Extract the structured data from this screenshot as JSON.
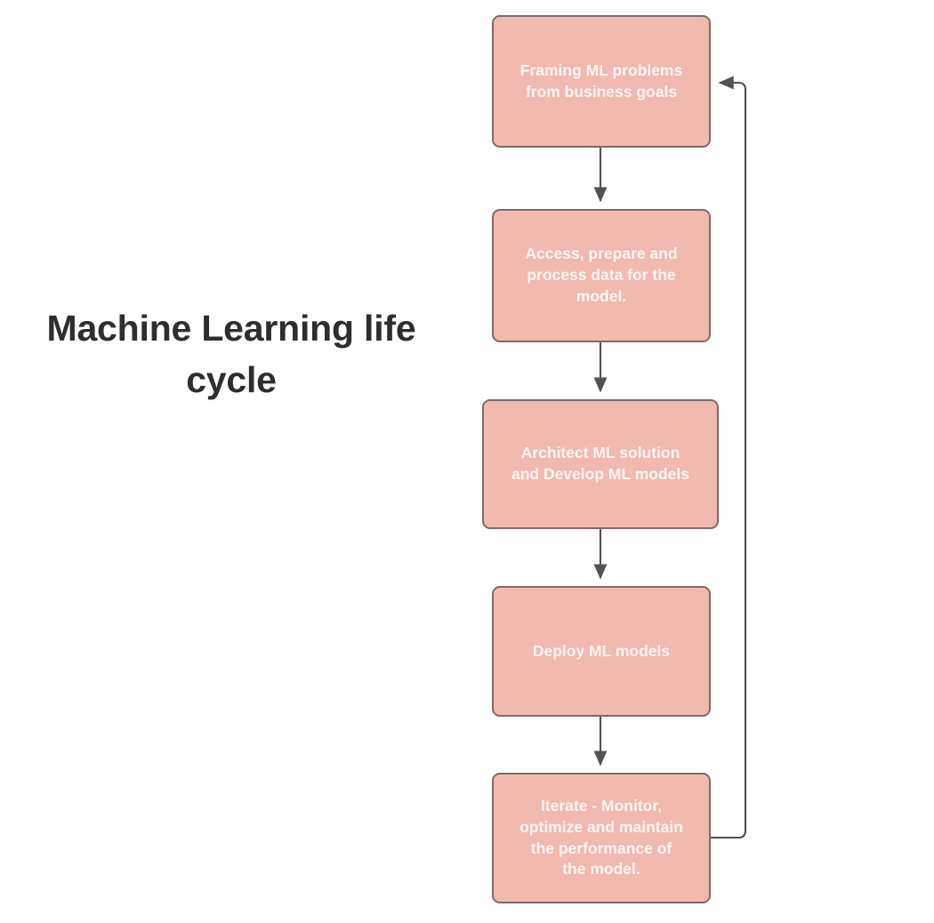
{
  "diagram": {
    "title_lines": "Machine Learning\nlife cycle",
    "title": "Machine Learning life cycle",
    "type": "flowchart",
    "orientation": "top-to-bottom",
    "colors": {
      "node_fill": "#f2b9ae",
      "node_border": "#7d6b66",
      "node_text": "#fdf6f4",
      "edge": "#55514f",
      "title_text": "#2e2e2e",
      "background": "#ffffff"
    },
    "nodes": [
      {
        "id": "framing",
        "label": "Framing ML problems\nfrom business goals",
        "step": 1
      },
      {
        "id": "data",
        "label": "Access, prepare and\nprocess data for the\nmodel.",
        "step": 2
      },
      {
        "id": "develop",
        "label": "Architect ML solution\nand Develop ML models",
        "step": 3
      },
      {
        "id": "deploy",
        "label": "Deploy ML models",
        "step": 4
      },
      {
        "id": "iterate",
        "label": "Iterate - Monitor,\noptimize and maintain\nthe performance of\nthe model.",
        "step": 5
      }
    ],
    "edges": [
      {
        "from": "framing",
        "to": "data",
        "kind": "arrow-down"
      },
      {
        "from": "data",
        "to": "develop",
        "kind": "arrow-down"
      },
      {
        "from": "develop",
        "to": "deploy",
        "kind": "arrow-down"
      },
      {
        "from": "deploy",
        "to": "iterate",
        "kind": "arrow-down"
      },
      {
        "from": "iterate",
        "to": "framing",
        "kind": "feedback-loop-right"
      }
    ]
  }
}
